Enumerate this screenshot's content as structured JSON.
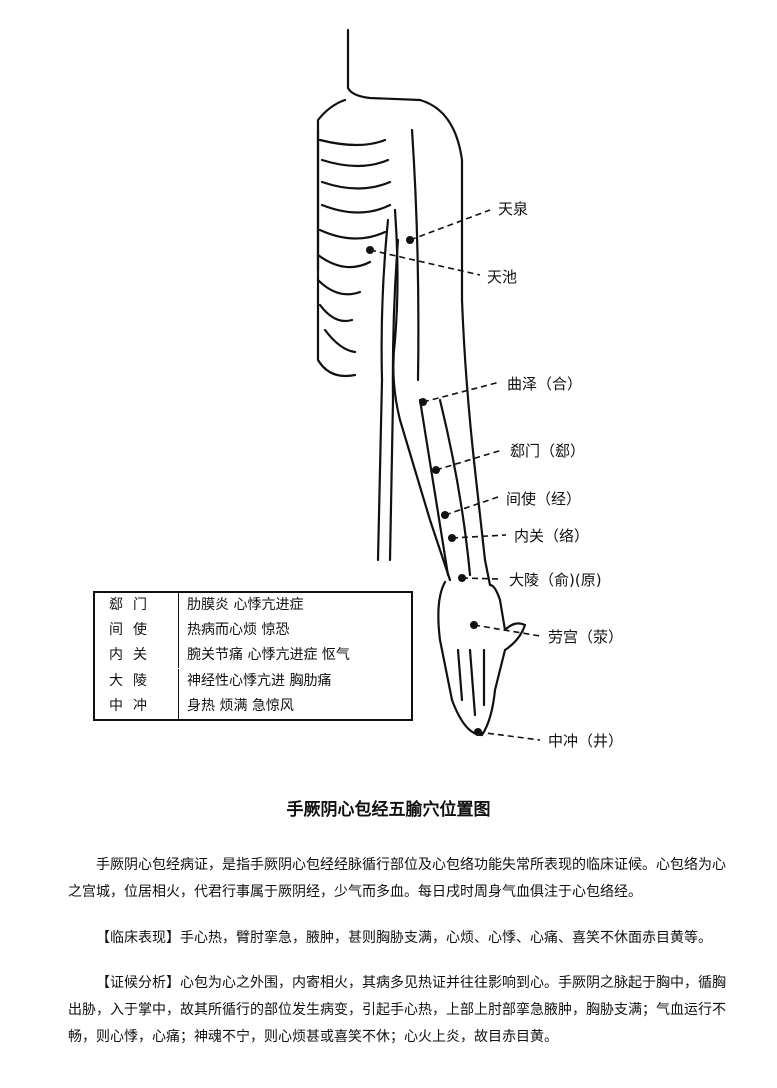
{
  "figure": {
    "points": [
      {
        "name": "天泉"
      },
      {
        "name": "天池"
      },
      {
        "name": "曲泽（合）"
      },
      {
        "name": "郄门（郄）"
      },
      {
        "name": "间使（经）"
      },
      {
        "name": "内关（络）"
      },
      {
        "name": "大陵（俞)(原)"
      },
      {
        "name": "劳宫（荥）"
      },
      {
        "name": "中冲（井）"
      }
    ],
    "table": [
      {
        "point": "郄门",
        "indication": "肋膜炎  心悸亢进症"
      },
      {
        "point": "间使",
        "indication": "热病而心烦  惊恐"
      },
      {
        "point": "内关",
        "indication": "腕关节痛  心悸亢进症  怄气"
      },
      {
        "point": "大陵",
        "indication": "神经性心悸亢进  胸肋痛"
      },
      {
        "point": "中冲",
        "indication": "身热  烦满  急惊风"
      }
    ],
    "caption": "手厥阴心包经五腧穴位置图"
  },
  "text": {
    "p1": "手厥阴心包经病证，是指手厥阴心包经经脉循行部位及心包络功能失常所表现的临床证候。心包络为心之宫城，位居相火，代君行事属于厥阴经，少气而多血。每日戌时周身气血俱注于心包络经。",
    "p2": "【临床表现】手心热，臂肘挛急，腋肿，甚则胸胁支满，心烦、心悸、心痛、喜笑不休面赤目黄等。",
    "p3": "【证候分析】心包为心之外围，内寄相火，其病多见热证并往往影响到心。手厥阴之脉起于胸中，循胸出胁，入于掌中，故其所循行的部位发生病变，引起手心热，上部上肘部挛急腋肿，胸胁支满；气血运行不畅，则心悸，心痛；神魂不宁，则心烦甚或喜笑不休；心火上炎，故目赤目黄。"
  }
}
